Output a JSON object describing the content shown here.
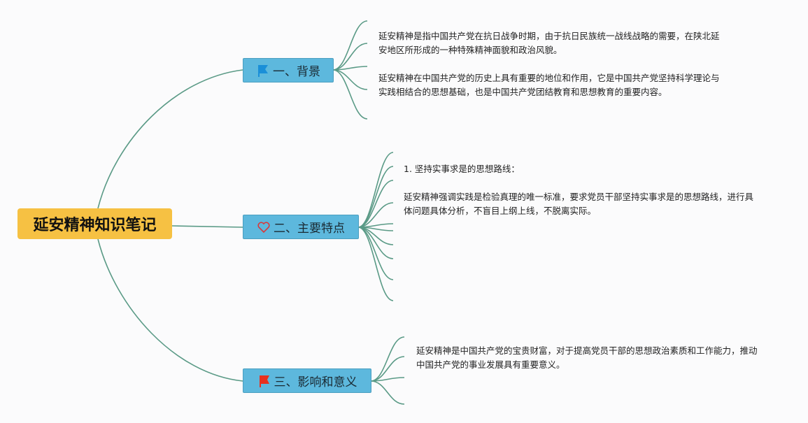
{
  "root": {
    "title": "延安精神知识笔记"
  },
  "colors": {
    "root": "#f6c143",
    "node": "#5db8dd",
    "line": "#5a9a86"
  },
  "branches": [
    {
      "label": "一、背景",
      "icon": "blue-flag-icon",
      "paragraphs": [
        "延安精神是指中国共产党在抗日战争时期，由于抗日民族统一战线战略的需要，在陕北延安地区所形成的一种特殊精神面貌和政治风貌。",
        "延安精神在中国共产党的历史上具有重要的地位和作用，它是中国共产党坚持科学理论与实践相结合的思想基础，也是中国共产党团结教育和思想教育的重要内容。"
      ]
    },
    {
      "label": "二、主要特点",
      "icon": "heart-icon",
      "paragraphs": [
        "1. 坚持实事求是的思想路线：",
        "延安精神强调实践是检验真理的唯一标准，要求党员干部坚持实事求是的思想路线，进行具体问题具体分析，不盲目上纲上线，不脱离实际。"
      ]
    },
    {
      "label": "三、影响和意义",
      "icon": "red-flag-icon",
      "paragraphs": [
        "延安精神是中国共产党的宝贵财富，对于提高党员干部的思想政治素质和工作能力，推动中国共产党的事业发展具有重要意义。"
      ]
    }
  ]
}
